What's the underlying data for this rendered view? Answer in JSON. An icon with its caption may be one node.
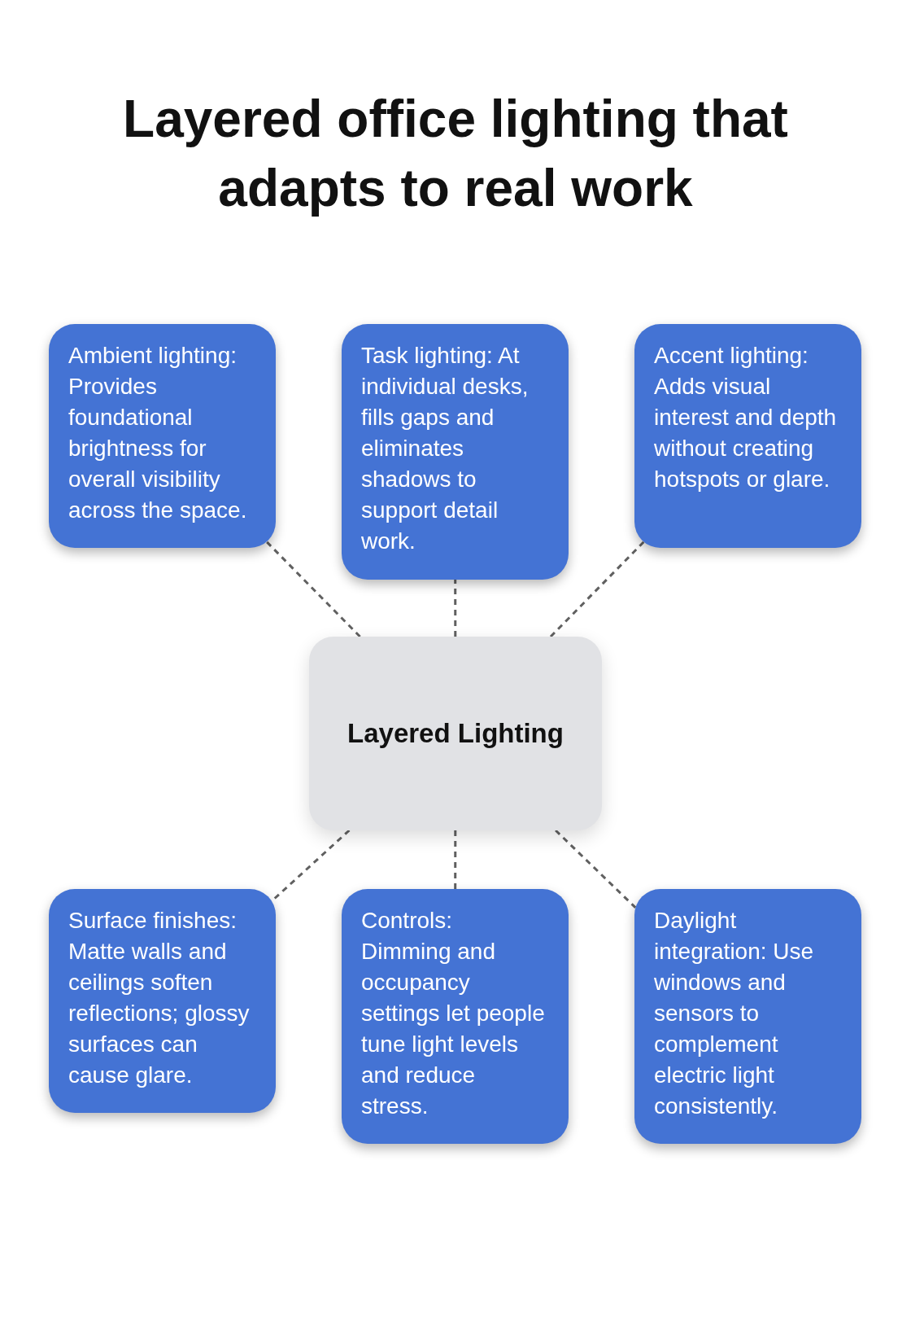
{
  "diagram": {
    "title": "Layered office lighting that adapts to real work",
    "nodes": [
      {
        "text": [
          "Ambient lighting: Provides foundational brightness for overall visibility across the space."
        ]
      },
      {
        "text": [
          "Task lighting: At individual desks, fills gaps and eliminates shadows to support detail work."
        ]
      },
      {
        "text": [
          "Accent lighting: Adds visual interest and depth without creating hotspots or glare."
        ]
      },
      {
        "text": [
          "Layered Lighting"
        ]
      },
      {
        "text": [
          "Surface finishes: Matte walls and ceilings soften reflections; glossy surfaces can cause glare."
        ]
      },
      {
        "text": [
          "Controls: Dimming and occupancy settings let people tune light levels and reduce stress."
        ]
      },
      {
        "text": [
          "Daylight integration: Use windows and sensors to complement electric light consistently."
        ]
      }
    ],
    "edges": [
      {
        "from": 3,
        "to": 0,
        "arrow": "none",
        "style": "dashed"
      },
      {
        "from": 3,
        "to": 1,
        "arrow": "none",
        "style": "dashed"
      },
      {
        "from": 3,
        "to": 2,
        "arrow": "none",
        "style": "dashed"
      },
      {
        "from": 3,
        "to": 4,
        "arrow": "none",
        "style": "dashed"
      },
      {
        "from": 3,
        "to": 5,
        "arrow": "none",
        "style": "dashed"
      },
      {
        "from": 3,
        "to": 6,
        "arrow": "none",
        "style": "dashed"
      }
    ]
  }
}
